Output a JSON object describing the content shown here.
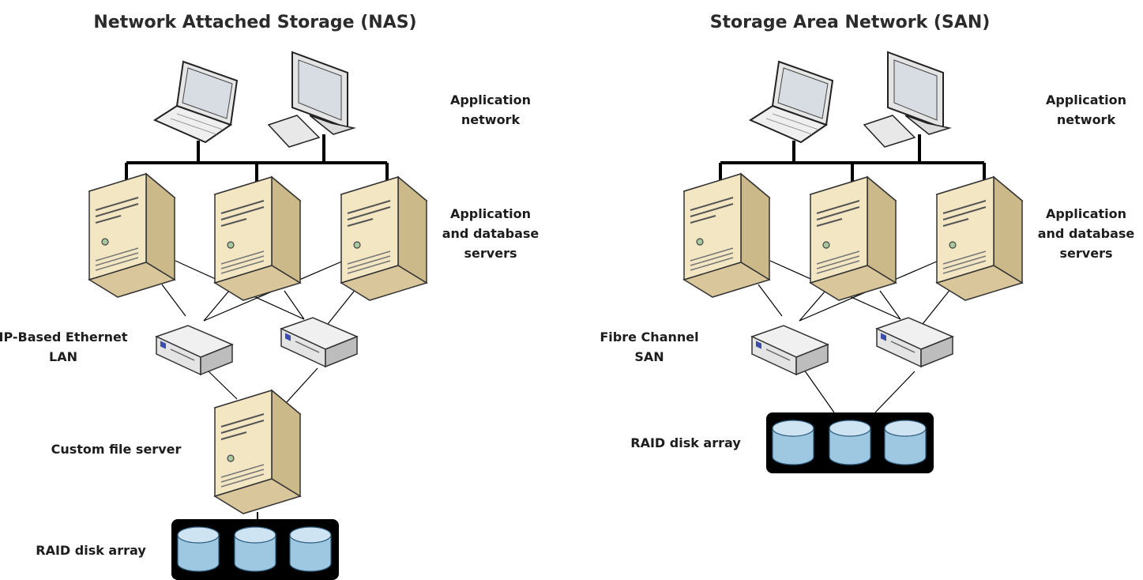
{
  "colors": {
    "line": "#000000",
    "server_face": "#f3e6c3",
    "server_side": "#cdbd8f",
    "disk_fill": "#9ec7e2",
    "array_frame": "#000000"
  },
  "nas": {
    "title": "Network Attached Storage (NAS)",
    "app_network_1": "Application",
    "app_network_2": "network",
    "servers_1": "Application",
    "servers_2": "and database",
    "servers_3": "servers",
    "lan_1": "IP-Based Ethernet",
    "lan_2": "LAN",
    "file_server": "Custom file server",
    "raid": "RAID disk array"
  },
  "san": {
    "title": "Storage Area Network (SAN)",
    "app_network_1": "Application",
    "app_network_2": "network",
    "servers_1": "Application",
    "servers_2": "and database",
    "servers_3": "servers",
    "fabric_1": "Fibre Channel",
    "fabric_2": "SAN",
    "raid": "RAID disk array"
  }
}
